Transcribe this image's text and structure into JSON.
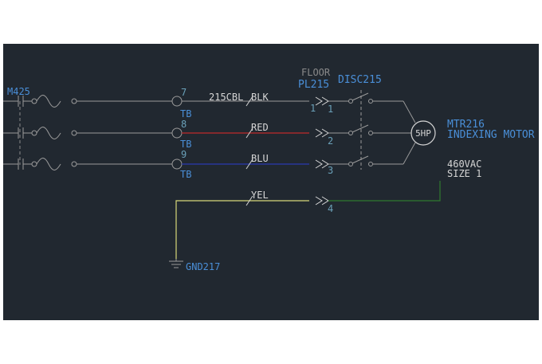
{
  "colors": {
    "background": "#212830",
    "wire": "#9a9a9a",
    "red_wire": "#c02a2a",
    "blue_wire": "#2a3ab0",
    "yellow_wire": "#d8d87a",
    "green_wire": "#2f7a2f",
    "label_blue": "#4a8fd8",
    "label_white": "#d6d6d6"
  },
  "starter": {
    "tag": "M425"
  },
  "terminals": [
    {
      "number": "7",
      "label": "TB"
    },
    {
      "number": "8",
      "label": "TB"
    },
    {
      "number": "9",
      "label": "TB"
    }
  ],
  "cable": {
    "name": "215CBL",
    "conductors": [
      "BLK",
      "RED",
      "BLU",
      "YEL"
    ]
  },
  "plug": {
    "floor_label": "FLOOR",
    "tag": "PL215",
    "pins": [
      "1",
      "2",
      "3",
      "4"
    ]
  },
  "disconnect": {
    "tag": "DISC215"
  },
  "motor": {
    "rating": "5HP",
    "tag": "MTR216",
    "description": "INDEXING MOTOR",
    "voltage": "460VAC",
    "size": "SIZE 1"
  },
  "ground": {
    "tag": "GND217"
  }
}
